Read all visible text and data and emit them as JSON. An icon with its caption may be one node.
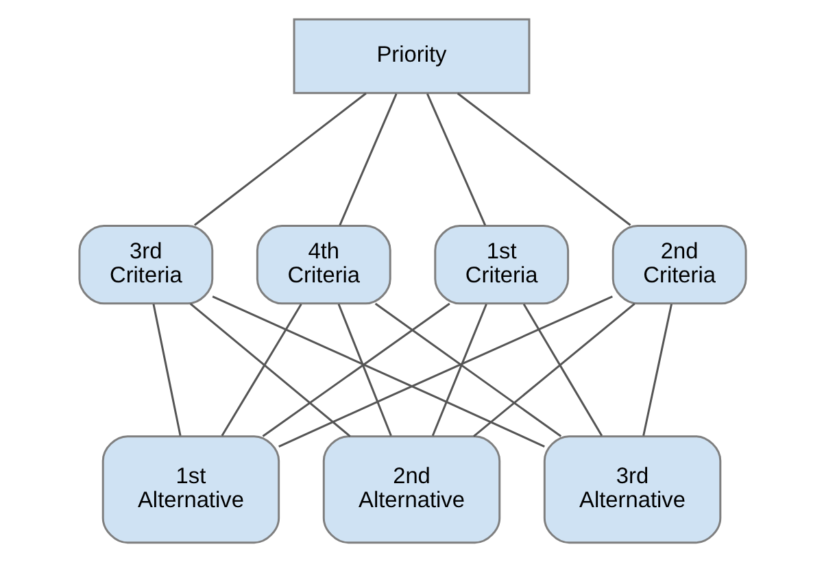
{
  "diagram": {
    "nodes": [
      {
        "text": [
          "Priority"
        ]
      },
      {
        "text": [
          "1st Criteria"
        ]
      },
      {
        "text": [
          "2nd Criteria"
        ]
      },
      {
        "text": [
          "3rd Criteria"
        ]
      },
      {
        "text": [
          "4th Criteria"
        ]
      },
      {
        "text": [
          "1st Alternative"
        ]
      },
      {
        "text": [
          "2nd Alternative"
        ]
      },
      {
        "text": [
          "3rd Alternative"
        ]
      }
    ],
    "edges": [
      {
        "from": 0,
        "to": 1,
        "arrow": "none"
      },
      {
        "from": 0,
        "to": 2,
        "arrow": "none"
      },
      {
        "from": 0,
        "to": 3,
        "arrow": "none"
      },
      {
        "from": 0,
        "to": 4,
        "arrow": "none"
      },
      {
        "from": 1,
        "to": 5,
        "arrow": "none"
      },
      {
        "from": 1,
        "to": 6,
        "arrow": "none"
      },
      {
        "from": 1,
        "to": 7,
        "arrow": "none"
      },
      {
        "from": 2,
        "to": 5,
        "arrow": "none"
      },
      {
        "from": 2,
        "to": 6,
        "arrow": "none"
      },
      {
        "from": 2,
        "to": 7,
        "arrow": "none"
      },
      {
        "from": 3,
        "to": 5,
        "arrow": "none"
      },
      {
        "from": 3,
        "to": 6,
        "arrow": "none"
      },
      {
        "from": 3,
        "to": 7,
        "arrow": "none"
      },
      {
        "from": 4,
        "to": 5,
        "arrow": "none"
      },
      {
        "from": 4,
        "to": 6,
        "arrow": "none"
      },
      {
        "from": 4,
        "to": 7,
        "arrow": "none"
      }
    ]
  }
}
